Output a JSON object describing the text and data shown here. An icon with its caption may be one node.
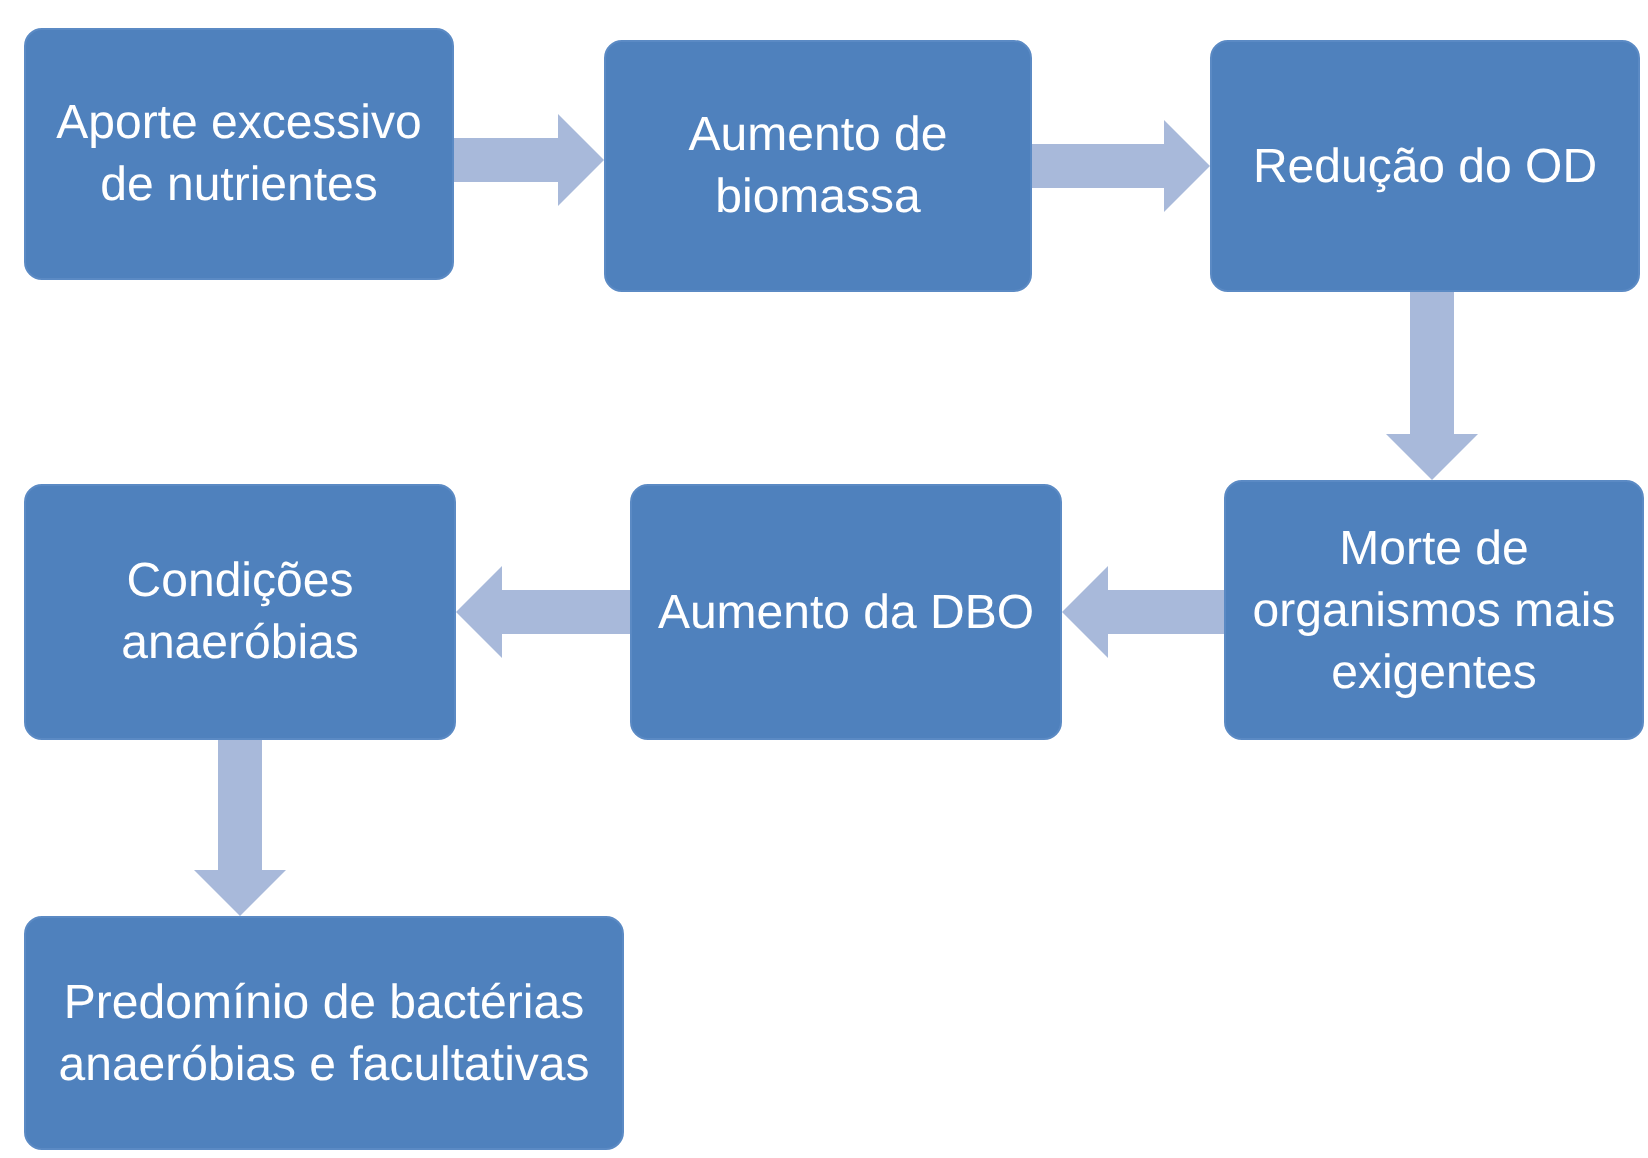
{
  "diagram": {
    "nodes": [
      {
        "text": [
          "Aporte excessivo de nutrientes"
        ]
      },
      {
        "text": [
          "Aumento de biomassa"
        ]
      },
      {
        "text": [
          "Redução do OD"
        ]
      },
      {
        "text": [
          "Morte de organismos mais exigentes"
        ]
      },
      {
        "text": [
          "Aumento da DBO"
        ]
      },
      {
        "text": [
          "Condições anaeróbias"
        ]
      },
      {
        "text": [
          "Predomínio de bactérias anaeróbias e facultativas"
        ]
      }
    ],
    "edges": [
      {
        "from": 0,
        "to": 1,
        "arrow": "to"
      },
      {
        "from": 1,
        "to": 2,
        "arrow": "to"
      },
      {
        "from": 2,
        "to": 3,
        "arrow": "to"
      },
      {
        "from": 3,
        "to": 4,
        "arrow": "to"
      },
      {
        "from": 4,
        "to": 5,
        "arrow": "to"
      },
      {
        "from": 5,
        "to": 6,
        "arrow": "to"
      }
    ]
  }
}
